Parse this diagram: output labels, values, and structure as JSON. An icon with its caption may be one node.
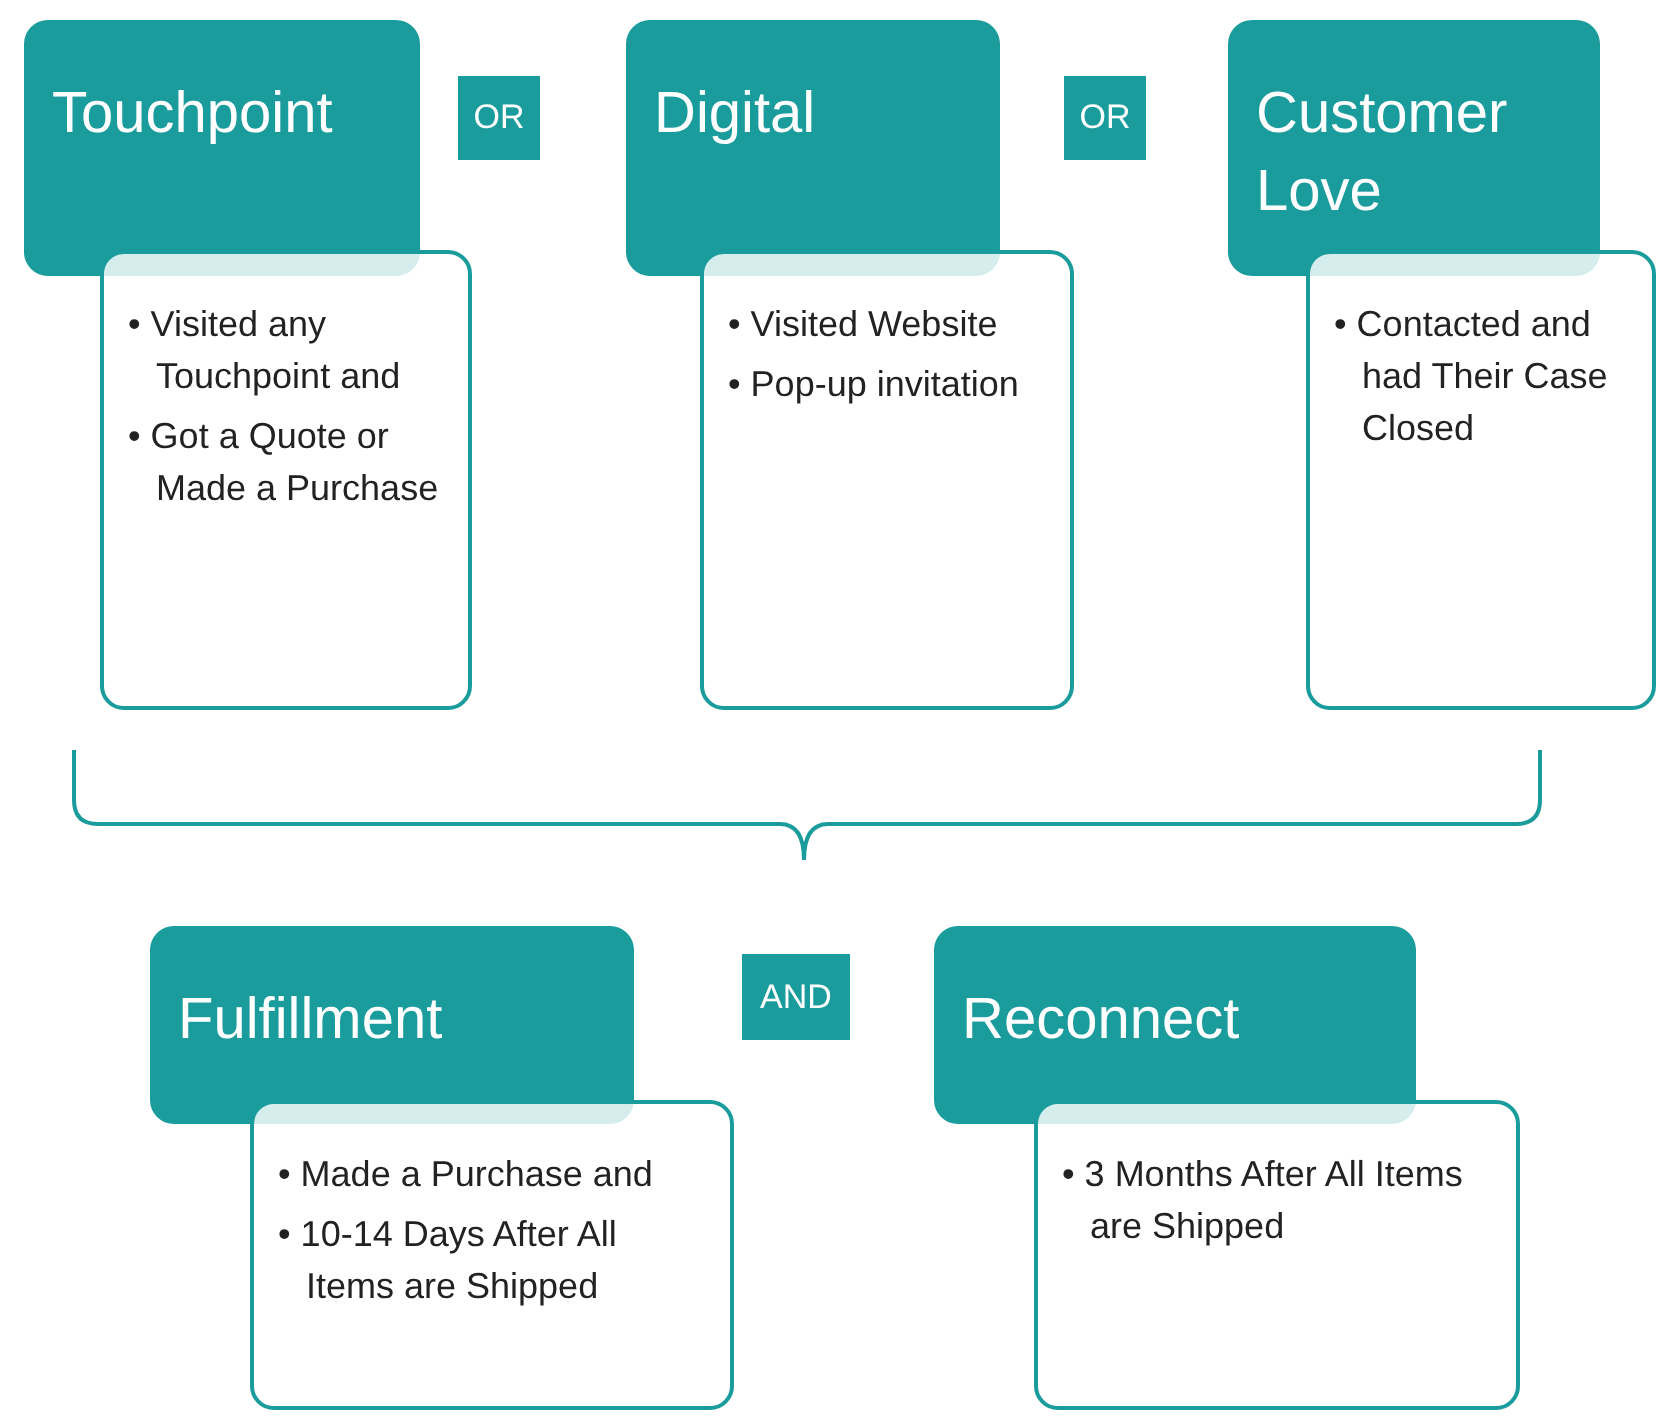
{
  "diagram": {
    "nodes": [
      {
        "text": [
          "Touchpoint"
        ]
      },
      {
        "text": [
          "OR"
        ]
      },
      {
        "text": [
          "Digital"
        ]
      },
      {
        "text": [
          "OR"
        ]
      },
      {
        "text": [
          "Customer Love"
        ]
      },
      {
        "text": [
          "• Visited any Touchpoint and",
          "• Got a Quote or Made a Purchase"
        ]
      },
      {
        "text": [
          "• Visited Website",
          "• Pop-up invitation"
        ]
      },
      {
        "text": [
          "• Contacted and had Their Case Closed"
        ]
      },
      {
        "text": [
          "Fulfillment"
        ]
      },
      {
        "text": [
          "AND"
        ]
      },
      {
        "text": [
          "Reconnect"
        ]
      },
      {
        "text": [
          "• Made a Purchase and",
          "• 10-14 Days After All Items are Shipped"
        ]
      },
      {
        "text": [
          "• 3 Months After All Items are Shipped"
        ]
      }
    ],
    "edges": []
  }
}
